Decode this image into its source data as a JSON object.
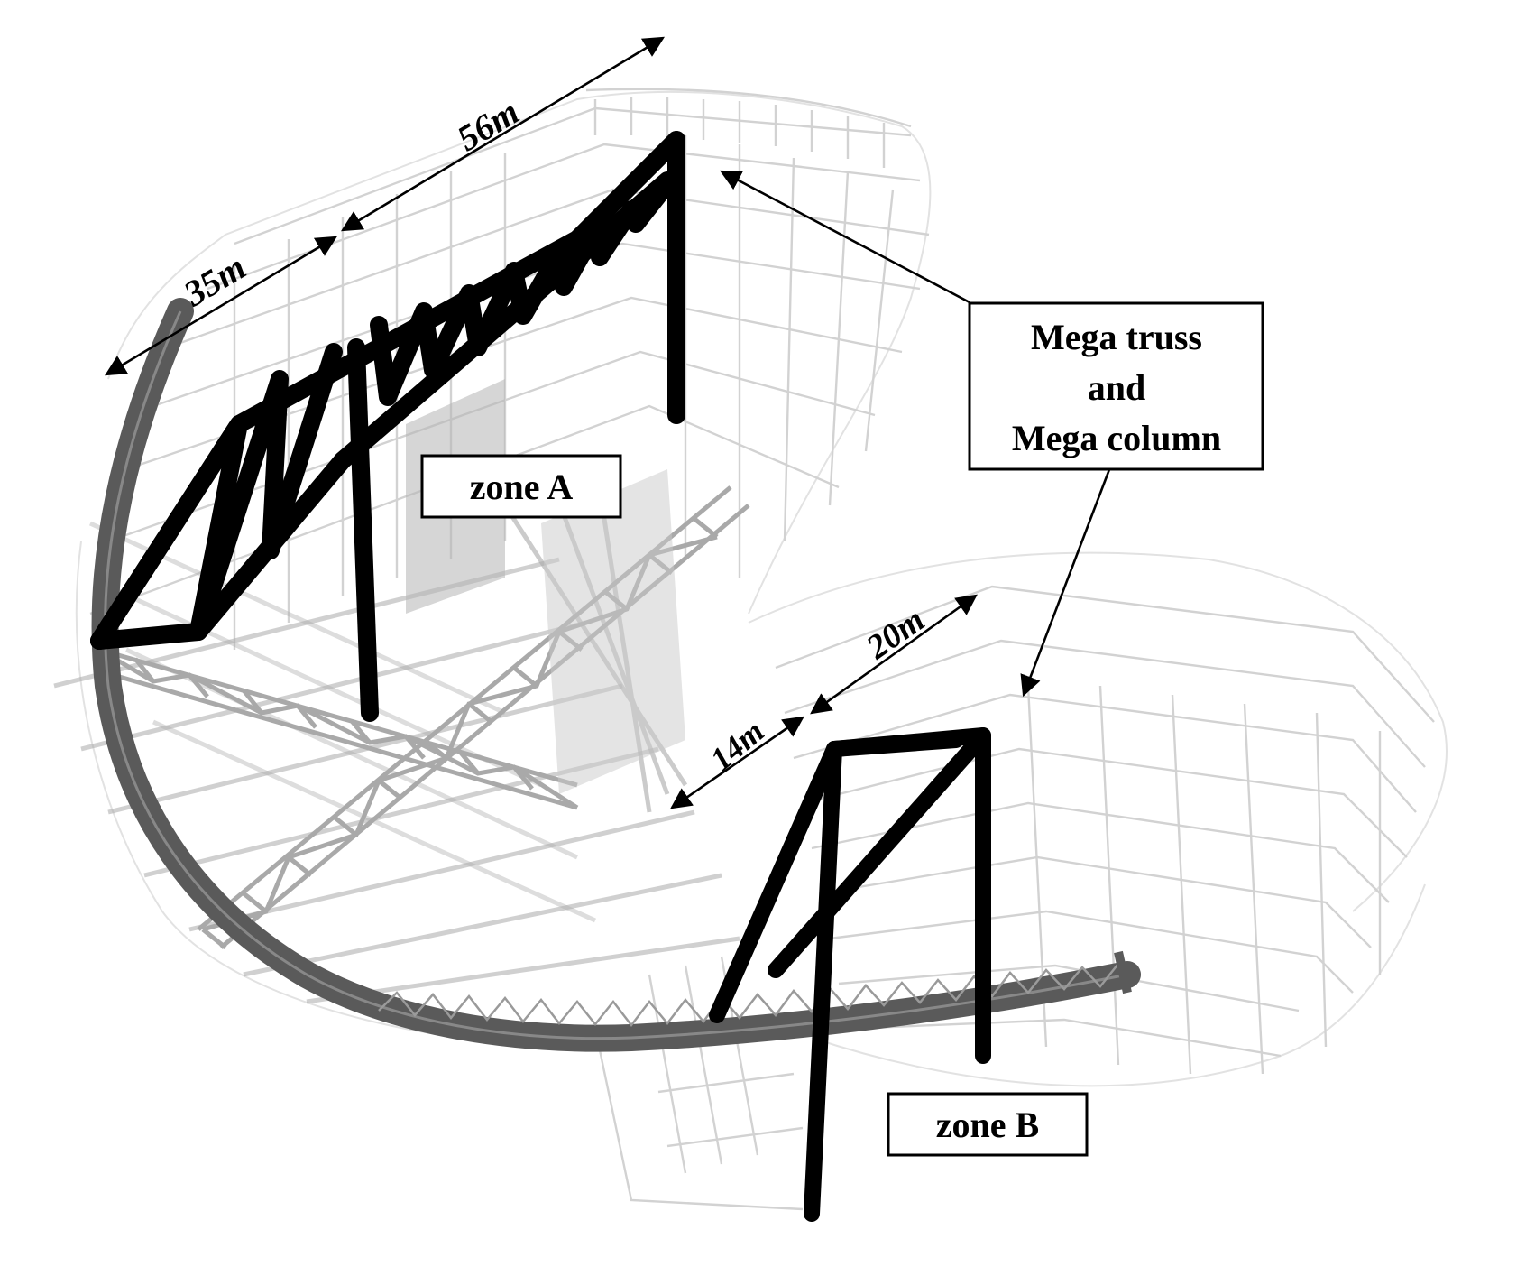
{
  "labels": {
    "zone_a": "zone A",
    "zone_b": "zone B",
    "callout_line1": "Mega truss",
    "callout_line2": "and",
    "callout_line3": "Mega column"
  },
  "dimensions": {
    "d56": "56m",
    "d35": "35m",
    "d20": "20m",
    "d14": "14m"
  },
  "colors": {
    "mega_members": "#000000",
    "ring_truss": "#5a5a5a",
    "background_frame": "#d2d2d2"
  }
}
